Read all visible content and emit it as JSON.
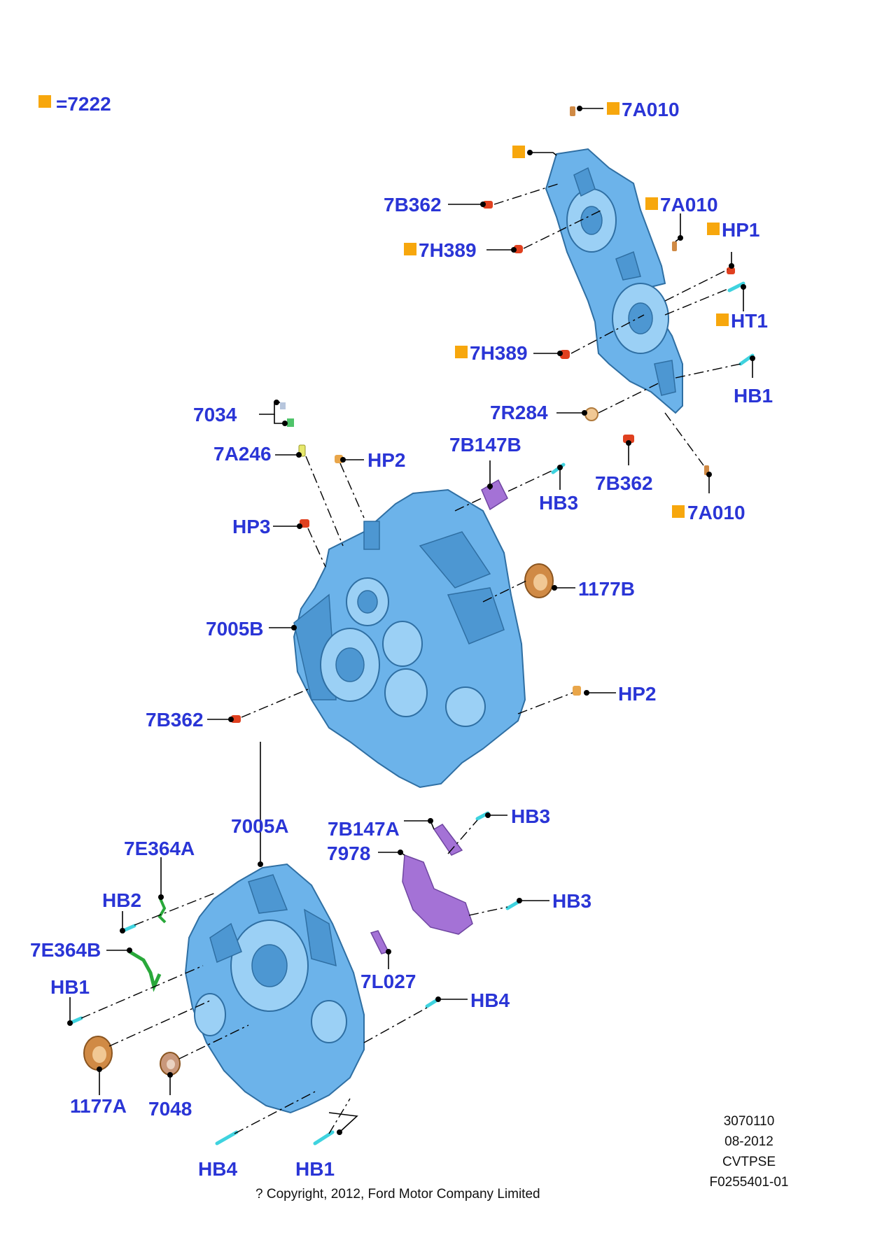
{
  "diagram": {
    "colors": {
      "label": "#2a35d6",
      "marker": "#f7a70d",
      "housing": "#6cb3ea",
      "bracket": "#a472d6",
      "bolt": "#3fd3df",
      "clip": "#29a83a",
      "seal": "#d08a45",
      "plug_red": "#e0401f"
    },
    "legend": {
      "text": "=7222"
    },
    "labels": {
      "l7a010_top": "7A010",
      "l7b362_a": "7B362",
      "l7a010_mid": "7A010",
      "lhp1": "HP1",
      "l7h389_a": "7H389",
      "lht1": "HT1",
      "l7h389_b": "7H389",
      "lhb1_a": "HB1",
      "l7034": "7034",
      "l7r284": "7R284",
      "l7b147b": "7B147B",
      "l7a246": "7A246",
      "lhp2_a": "HP2",
      "lhb3_a": "HB3",
      "l7b362_b": "7B362",
      "lhp3": "HP3",
      "l7a010_bot": "7A010",
      "l1177b": "1177B",
      "l7005b": "7005B",
      "lhp2_b": "HP2",
      "l7b362_c": "7B362",
      "l7005a": "7005A",
      "l7b147a": "7B147A",
      "lhb3_b": "HB3",
      "l7e364a": "7E364A",
      "l7978": "7978",
      "lhb2": "HB2",
      "lhb3_c": "HB3",
      "l7e364b": "7E364B",
      "l7l027": "7L027",
      "lhb1_b": "HB1",
      "lhb4_a": "HB4",
      "l1177a": "1177A",
      "l7048": "7048",
      "lhb4_b": "HB4",
      "lhb1_c": "HB1"
    },
    "info": {
      "code1": "3070110",
      "date": "08-2012",
      "code2": "CVTPSE",
      "code3": "F0255401-01"
    },
    "copyright": "? Copyright, 2012, Ford Motor Company Limited"
  }
}
